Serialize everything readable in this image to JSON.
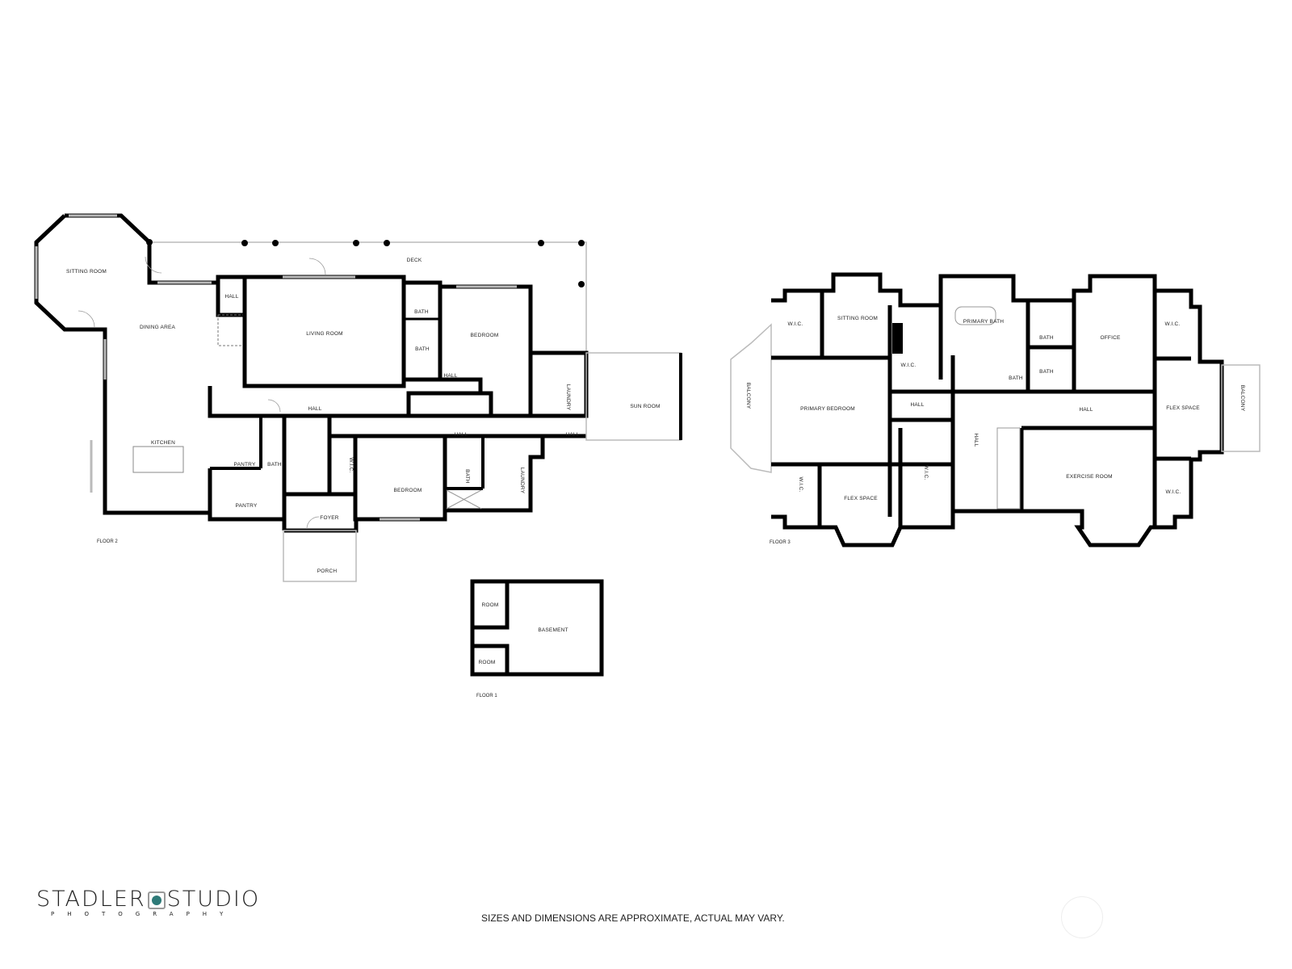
{
  "floor2": {
    "label": "FLOOR 2",
    "rooms": {
      "sitting_room": "SITTING ROOM",
      "deck": "DECK",
      "dining_area": "DINING AREA",
      "hall_top": "HALL",
      "living_room": "LIVING ROOM",
      "bath_1": "BATH",
      "bath_2": "BATH",
      "bedroom_1": "BEDROOM",
      "hall_small": "HALL",
      "laundry_1": "LAUNDRY",
      "sun_room": "SUN ROOM",
      "hall_main": "HALL",
      "kitchen": "KITCHEN",
      "hall_center": "HALL",
      "hall_right": "HALL",
      "pantry_small": "PANTRY",
      "bath_3": "BATH",
      "pantry": "PANTRY",
      "wic": "W.I.C.",
      "bedroom_2": "BEDROOM",
      "bath_4": "BATH",
      "laundry_2": "LAUNDRY",
      "foyer": "FOYER",
      "porch": "PORCH"
    }
  },
  "floor1": {
    "label": "FLOOR 1",
    "rooms": {
      "room_1": "ROOM",
      "room_2": "ROOM",
      "basement": "BASEMENT"
    }
  },
  "floor3": {
    "label": "FLOOR 3",
    "rooms": {
      "wic_1": "W.I.C.",
      "sitting_room": "SITTING ROOM",
      "primary_bath": "PRIMARY BATH",
      "wic_2": "W.I.C.",
      "bath_1": "BATH",
      "bath_2": "BATH",
      "bath_3": "BATH",
      "office": "OFFICE",
      "wic_3": "W.I.C.",
      "balcony_left": "BALCONY",
      "primary_bedroom": "PRIMARY BEDROOM",
      "hall_small": "HALL",
      "hall_vertical": "HALL",
      "hall_main": "HALL",
      "flex_space_right": "FLEX SPACE",
      "balcony_right": "BALCONY",
      "wic_4": "W.I.C.",
      "flex_space_left": "FLEX SPACE",
      "wic_5": "W.I.C.",
      "exercise_room": "EXERCISE ROOM",
      "wic_6": "W.I.C."
    }
  },
  "footer": {
    "logo_text": "STADLER STUDIO",
    "logo_left": "STADLER",
    "logo_right": "STUDIO",
    "logo_sub": "PHOTOGRAPHY",
    "disclaimer": "SIZES AND DIMENSIONS ARE APPROXIMATE, ACTUAL MAY VARY."
  },
  "colors": {
    "walls": "#000000",
    "logo_accent": "#2e7a78"
  }
}
